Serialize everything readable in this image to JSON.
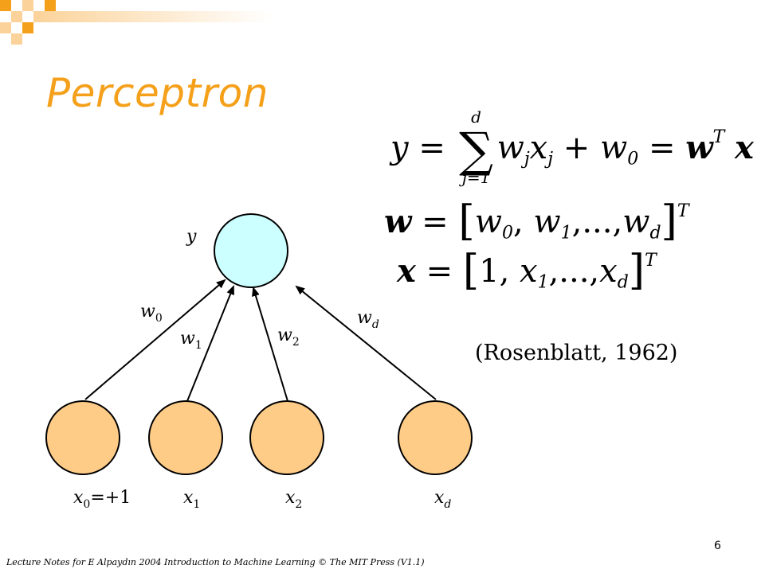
{
  "slide": {
    "title": "Perceptron",
    "citation": "(Rosenblatt, 1962)",
    "footer": "Lecture Notes for E Alpaydın 2004 Introduction to Machine Learning © The MIT Press (V1.1)",
    "page_number": "6"
  },
  "equations": {
    "main": {
      "lhs": "y",
      "equals": "=",
      "sum_upper": "d",
      "sum_lower": "j=1",
      "term_w": "w",
      "term_w_sub": "j",
      "term_x": "x",
      "term_x_sub": "j",
      "plus": "+",
      "w0": "w",
      "w0_sub": "0",
      "equals2": "=",
      "vec_w": "w",
      "transpose": "T",
      "vec_x": "x"
    },
    "w_def": {
      "lhs": "w",
      "equals": "=",
      "open": "[",
      "w0": "w",
      "w0_sub": "0",
      "sep1": ", ",
      "w1": "w",
      "w1_sub": "1",
      "sep2": ",...,",
      "wd": "w",
      "wd_sub": "d",
      "close": "]",
      "transpose": "T"
    },
    "x_def": {
      "lhs": "x",
      "equals": "=",
      "open": "[",
      "one": "1",
      "sep1": ", ",
      "x1": "x",
      "x1_sub": "1",
      "sep2": ",...,",
      "xd": "x",
      "xd_sub": "d",
      "close": "]",
      "transpose": "T"
    }
  },
  "diagram": {
    "output_label": "y",
    "edges": [
      {
        "label": "w",
        "sub": "0"
      },
      {
        "label": "w",
        "sub": "1"
      },
      {
        "label": "w",
        "sub": "2"
      },
      {
        "label": "w",
        "sub": "d"
      }
    ],
    "inputs": [
      {
        "label": "x",
        "sub": "0",
        "suffix": "=+1"
      },
      {
        "label": "x",
        "sub": "1",
        "suffix": ""
      },
      {
        "label": "x",
        "sub": "2",
        "suffix": ""
      },
      {
        "label": "x",
        "sub": "d",
        "suffix": ""
      }
    ],
    "colors": {
      "output_fill": "#ccffff",
      "input_fill": "#ffcc88",
      "title": "#f5a01a",
      "deco_orange": "#f5a01a",
      "deco_light": "#fbd39a"
    }
  }
}
